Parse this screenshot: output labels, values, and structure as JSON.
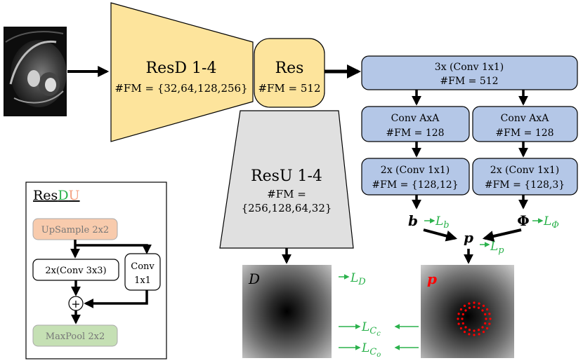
{
  "colors": {
    "encoder": "#fde49c",
    "decoder": "#e0e0e0",
    "head": "#b4c7e7",
    "upsample": "#f8cbad",
    "maxpool": "#c5e0b4",
    "loss": "#2bb24c",
    "pred_marker": "#ff0000"
  },
  "encoder": {
    "title": "ResD 1-4",
    "fm": "#FM = {32,64,128,256}"
  },
  "bottleneck": {
    "title": "Res",
    "fm": "#FM = 512"
  },
  "decoder": {
    "title": "ResU 1-4",
    "fm_line1": "#FM =",
    "fm_line2": "{256,128,64,32}"
  },
  "head": {
    "shared": {
      "line1": "3x (Conv 1x1)",
      "line2": "#FM = 512"
    },
    "left_conv": {
      "line1": "Conv AxA",
      "line2": "#FM = 128"
    },
    "right_conv": {
      "line1": "Conv AxA",
      "line2": "#FM = 128"
    },
    "left_out": {
      "line1": "2x (Conv 1x1)",
      "line2": "#FM = {128,12}"
    },
    "right_out": {
      "line1": "2x (Conv 1x1)",
      "line2": "#FM = {128,3}"
    }
  },
  "symbols": {
    "b": "b",
    "phi": "Φ",
    "p": "p",
    "D": "D",
    "p_red": "p"
  },
  "losses": {
    "Lb": {
      "base": "L",
      "sub": "b"
    },
    "Lphi": {
      "base": "L",
      "sub": "Φ"
    },
    "Lp": {
      "base": "L",
      "sub": "p"
    },
    "LD": {
      "base": "L",
      "sub": "D"
    },
    "LCc": {
      "base": "L",
      "sub": "C",
      "subsub": "c"
    },
    "LCo": {
      "base": "L",
      "sub": "C",
      "subsub": "o"
    }
  },
  "legend": {
    "title_res": "Res",
    "title_d": "D",
    "title_u": "U",
    "upsample": "UpSample 2x2",
    "conv3": "2x(Conv 3x3)",
    "conv1_line1": "Conv",
    "conv1_line2": "1x1",
    "plus": "+",
    "maxpool": "MaxPool 2x2"
  }
}
